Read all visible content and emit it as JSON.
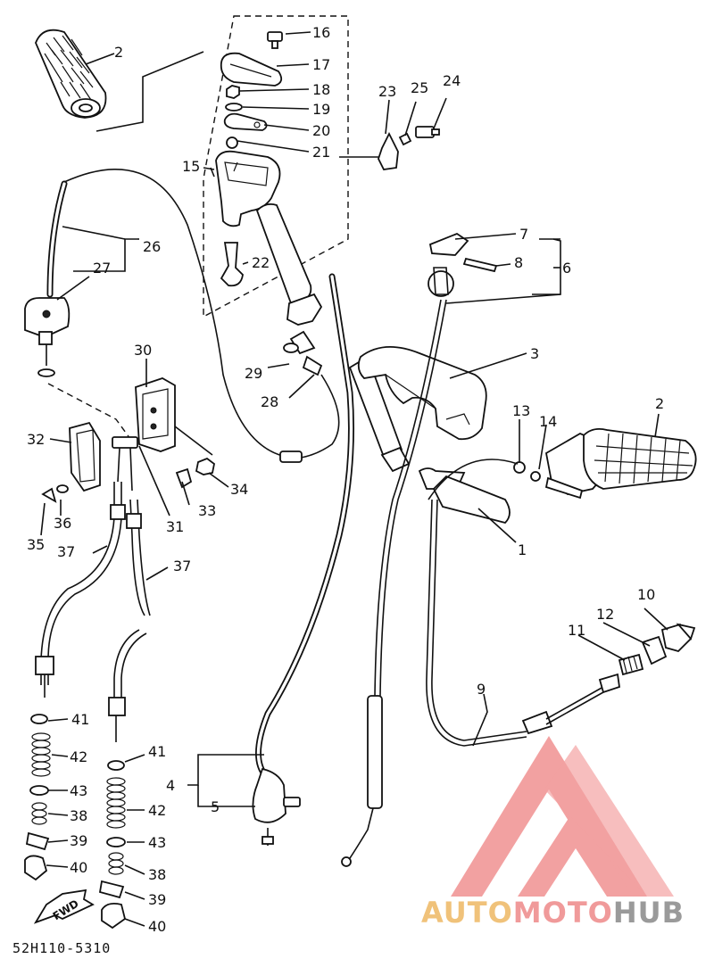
{
  "diagram": {
    "part_numbers": [
      "1",
      "2",
      "3",
      "4",
      "5",
      "6",
      "7",
      "8",
      "9",
      "10",
      "11",
      "12",
      "13",
      "14",
      "15",
      "16",
      "17",
      "18",
      "19",
      "20",
      "21",
      "22",
      "23",
      "24",
      "25",
      "26",
      "27",
      "28",
      "29",
      "30",
      "31",
      "32",
      "33",
      "34",
      "35",
      "36",
      "37",
      "38",
      "39",
      "40",
      "41",
      "42",
      "43"
    ],
    "labels": {
      "p1": "1",
      "p2a": "2",
      "p2b": "2",
      "p3": "3",
      "p4": "4",
      "p5": "5",
      "p6": "6",
      "p7": "7",
      "p8": "8",
      "p9": "9",
      "p10": "10",
      "p11": "11",
      "p12": "12",
      "p13": "13",
      "p14": "14",
      "p15": "15",
      "p16": "16",
      "p17": "17",
      "p18": "18",
      "p19": "19",
      "p20": "20",
      "p21": "21",
      "p22": "22",
      "p23": "23",
      "p24": "24",
      "p25": "25",
      "p26": "26",
      "p27": "27",
      "p28": "28",
      "p29": "29",
      "p30": "30",
      "p31": "31",
      "p32": "32",
      "p33": "33",
      "p34": "34",
      "p35": "35",
      "p36": "36",
      "p37a": "37",
      "p37b": "37",
      "p41a": "41",
      "p42a": "42",
      "p43a": "43",
      "p38a": "38",
      "p39a": "39",
      "p40a": "40",
      "p41b": "41",
      "p42b": "42",
      "p43b": "43",
      "p38b": "38",
      "p39b": "39",
      "p40b": "40"
    },
    "doc_code": "52H110-5310",
    "direction_marker": "FWD"
  },
  "watermark": {
    "brand_part1": "AUTO",
    "brand_part2": "MOTO",
    "brand_part3": "HUB",
    "colors": {
      "auto": "#f0c27a",
      "moto": "#f09a9a",
      "hub": "#9a9a9a",
      "triangle": "#f08a8a"
    }
  }
}
